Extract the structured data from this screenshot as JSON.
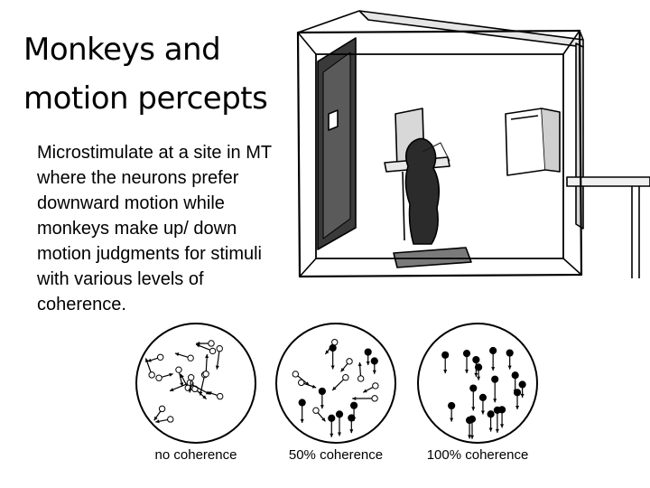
{
  "slide": {
    "title_line_1": "Monkeys and",
    "title_line_2": "motion percepts",
    "body_text": "Microstimulate at a site in MT where the neurons prefer downward motion while monkeys make up/ down motion judgments for stimuli with various levels of coherence."
  },
  "figure": {
    "fields": [
      {
        "label": "no coherence",
        "coherence": 0
      },
      {
        "label": "50% coherence",
        "coherence": 0.5
      },
      {
        "label": "100% coherence",
        "coherence": 1.0
      }
    ]
  }
}
